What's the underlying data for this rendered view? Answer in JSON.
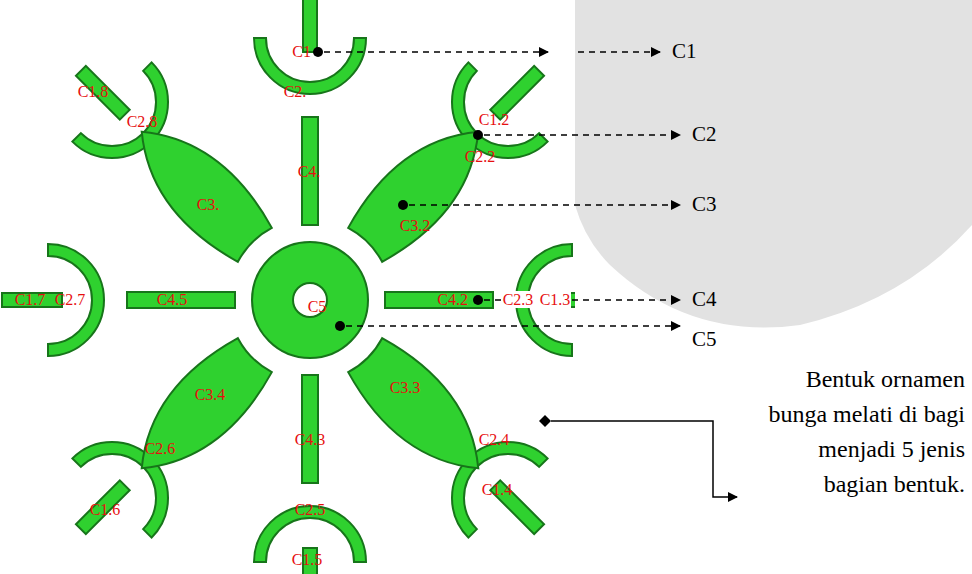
{
  "diagram": {
    "labels": [
      "C1",
      "C2.",
      "C1.8",
      "C2.8",
      "C1.2",
      "C2.2",
      "C4.",
      "C3.",
      "C3.2",
      "C1.7",
      "C2.7",
      "C4.5",
      "C5",
      "C4.2",
      "C2.3",
      "C1.3",
      "C3.4",
      "C3.3",
      "C4.3",
      "C2.6",
      "C2.4",
      "C1.6",
      "C1.4",
      "C2.5",
      "C1.5",
      "C1",
      "C2",
      "C3",
      "C4",
      "C5",
      "Bentuk ornamen bunga melati di bagi menjadi 5 jenis bagian bentuk."
    ]
  }
}
